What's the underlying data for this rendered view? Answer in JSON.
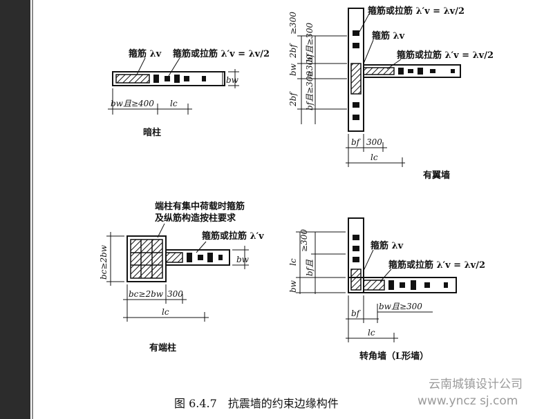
{
  "caption": "图 6.4.7　抗震墙的约束边缘构件",
  "watermark": {
    "line1": "云南城镇设计公司",
    "line2": "www.yncz sj.com"
  },
  "panels": {
    "dark_column": {
      "title": "暗柱",
      "stirrup_label": "箍筋 λv",
      "stirrup_or_tie_label": "箍筋或拉筋 λ′v = λv/2",
      "dim_bw_400": "bw且≥400",
      "dim_lc": "lc",
      "dim_bw": "bw"
    },
    "flange_wall": {
      "title": "有翼墙",
      "stirrup_or_tie_top": "箍筋或拉筋 λ′v = λv/2",
      "stirrup_label": "箍筋 λv",
      "stirrup_or_tie_right": "箍筋或拉筋 λ′v = λv/2",
      "dim_ge300_top": "≥300",
      "dim_2bf_top": "2bf",
      "dim_bf_300_top": "bf且≥300",
      "dim_bw": "bw",
      "dim_300": "≥300",
      "dim_2bf_bot": "2bf",
      "dim_bf_300_bot": "bf且≥300",
      "dim_bf": "bf",
      "dim_300_b": "300",
      "dim_lc": "lc"
    },
    "end_column": {
      "title": "有端柱",
      "note_line1": "端柱有集中荷载时箍筋",
      "note_line2": "及纵筋构造按柱要求",
      "stirrup_or_tie_label": "箍筋或拉筋 λ′v",
      "dim_bc_2bw": "bc≥2bw",
      "dim_bc_2bw_h": "bc≥2bw",
      "dim_300": "300",
      "dim_lc": "lc",
      "dim_bw": "bw"
    },
    "corner_wall": {
      "title": "转角墙（L形墙）",
      "stirrup_label": "箍筋 λv",
      "stirrup_or_tie_label": "箍筋或拉筋 λ′v = λv/2",
      "dim_ge300": "≥300",
      "dim_lc_v": "lc",
      "dim_bf_300": "bf且",
      "dim_bw": "bw",
      "dim_bw_300": "bw且≥300",
      "dim_bf": "bf",
      "dim_lc": "lc"
    }
  }
}
